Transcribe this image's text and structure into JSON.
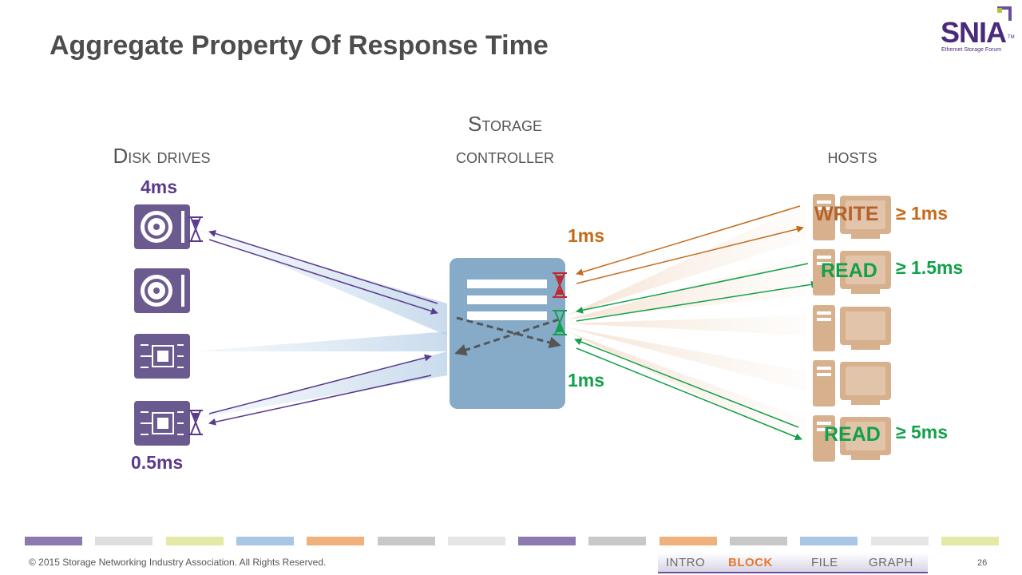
{
  "title": "Aggregate Property Of Response Time",
  "logo": {
    "text": "SNIA",
    "tm": "TM",
    "subtitle": "Ethernet Storage Forum"
  },
  "columns": {
    "disks": "Disk drives",
    "controller_line1": "Storage",
    "controller_line2": "controller",
    "hosts": "hosts"
  },
  "disk_latency_top": "4ms",
  "disk_latency_bottom": "0.5ms",
  "controller_latency_top": "1ms",
  "controller_latency_bottom": "1ms",
  "host_ops": {
    "write": "WRITE",
    "read1": "READ",
    "read2": "READ"
  },
  "host_latencies": {
    "write": "≥ 1ms",
    "read1": "≥ 1.5ms",
    "read2": "≥ 5ms"
  },
  "colors": {
    "purple": "#5b3a8c",
    "orange": "#c46a1a",
    "green": "#12a04a",
    "controller": "#86abc8",
    "host": "#d7b08e",
    "hourglass_red": "#c0282d"
  },
  "footer": {
    "copyright": "© 2015 Storage Networking Industry Association. All Rights Reserved.",
    "page": "26",
    "nav": [
      "INTRO",
      "BLOCK",
      "FILE",
      "GRAPH"
    ],
    "bar_colors": [
      "#8c79b0",
      "#dedede",
      "#e4e9a6",
      "#a9c6e4",
      "#f0b17c",
      "#c8c8c8",
      "#e6e6e6",
      "#8c79b0",
      "#c8c8c8",
      "#f0b17c",
      "#c8c8c8",
      "#a9c6e4",
      "#e6e6e6",
      "#e4e9a6"
    ]
  }
}
